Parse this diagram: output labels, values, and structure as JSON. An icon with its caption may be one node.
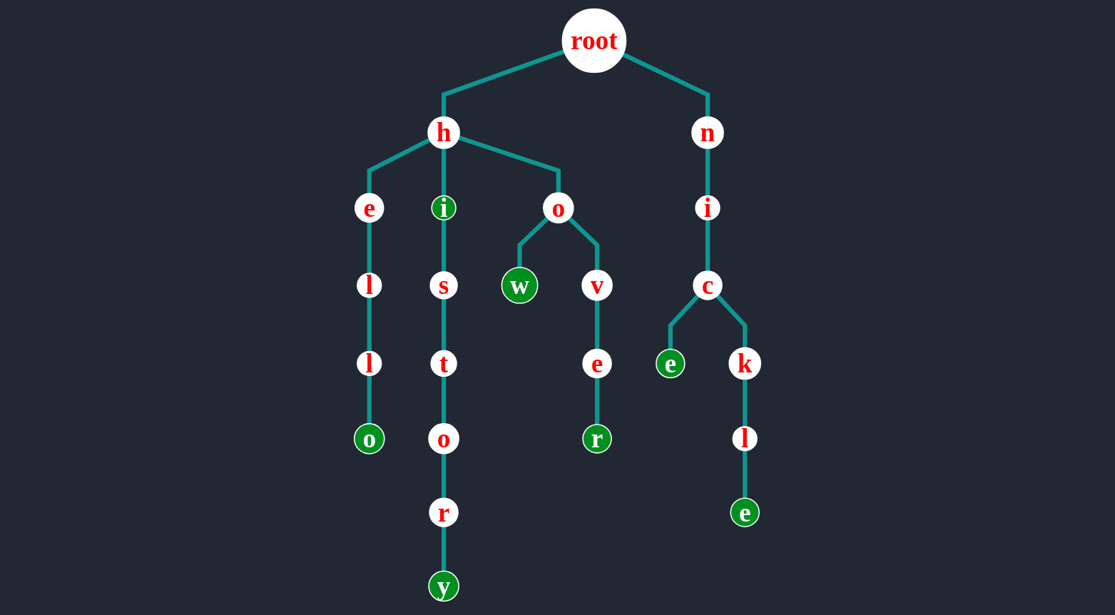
{
  "diagram": {
    "nodes": [
      {
        "text": [
          "root"
        ]
      },
      {
        "text": [
          "h"
        ]
      },
      {
        "text": [
          "n"
        ]
      },
      {
        "text": [
          "e"
        ]
      },
      {
        "text": [
          "i"
        ]
      },
      {
        "text": [
          "o"
        ]
      },
      {
        "text": [
          "i"
        ]
      },
      {
        "text": [
          "l"
        ]
      },
      {
        "text": [
          "s"
        ]
      },
      {
        "text": [
          "w"
        ]
      },
      {
        "text": [
          "v"
        ]
      },
      {
        "text": [
          "c"
        ]
      },
      {
        "text": [
          "l"
        ]
      },
      {
        "text": [
          "t"
        ]
      },
      {
        "text": [
          "e"
        ]
      },
      {
        "text": [
          "e"
        ]
      },
      {
        "text": [
          "k"
        ]
      },
      {
        "text": [
          "o"
        ]
      },
      {
        "text": [
          "o"
        ]
      },
      {
        "text": [
          "r"
        ]
      },
      {
        "text": [
          "l"
        ]
      },
      {
        "text": [
          "r"
        ]
      },
      {
        "text": [
          "e"
        ]
      },
      {
        "text": [
          "y"
        ]
      }
    ],
    "edges": [
      {
        "from": 0,
        "to": 1,
        "arrow": "none"
      },
      {
        "from": 0,
        "to": 2,
        "arrow": "none"
      },
      {
        "from": 1,
        "to": 3,
        "arrow": "none"
      },
      {
        "from": 1,
        "to": 4,
        "arrow": "none"
      },
      {
        "from": 1,
        "to": 5,
        "arrow": "none"
      },
      {
        "from": 2,
        "to": 6,
        "arrow": "none"
      },
      {
        "from": 3,
        "to": 7,
        "arrow": "none"
      },
      {
        "from": 4,
        "to": 8,
        "arrow": "none"
      },
      {
        "from": 5,
        "to": 9,
        "arrow": "none"
      },
      {
        "from": 5,
        "to": 10,
        "arrow": "none"
      },
      {
        "from": 6,
        "to": 11,
        "arrow": "none"
      },
      {
        "from": 7,
        "to": 12,
        "arrow": "none"
      },
      {
        "from": 8,
        "to": 13,
        "arrow": "none"
      },
      {
        "from": 10,
        "to": 14,
        "arrow": "none"
      },
      {
        "from": 11,
        "to": 15,
        "arrow": "none"
      },
      {
        "from": 11,
        "to": 16,
        "arrow": "none"
      },
      {
        "from": 12,
        "to": 17,
        "arrow": "none"
      },
      {
        "from": 13,
        "to": 18,
        "arrow": "none"
      },
      {
        "from": 14,
        "to": 19,
        "arrow": "none"
      },
      {
        "from": 16,
        "to": 20,
        "arrow": "none"
      },
      {
        "from": 18,
        "to": 21,
        "arrow": "none"
      },
      {
        "from": 20,
        "to": 22,
        "arrow": "none"
      },
      {
        "from": 21,
        "to": 23,
        "arrow": "none"
      }
    ]
  }
}
